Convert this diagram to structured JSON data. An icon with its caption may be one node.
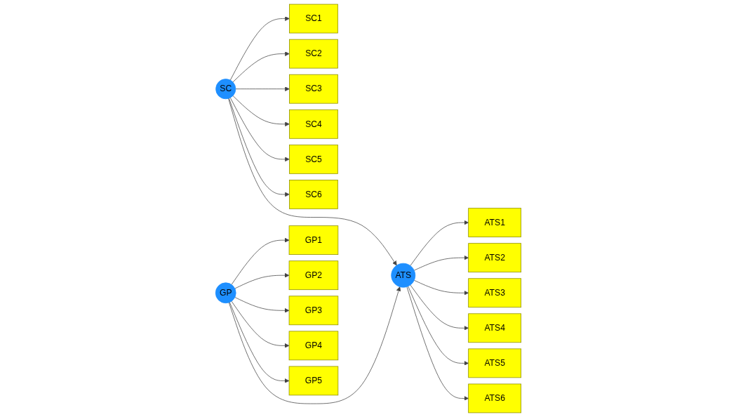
{
  "diagram": {
    "nodes": [
      {
        "text": [
          "SC1"
        ]
      },
      {
        "text": [
          "SC2"
        ]
      },
      {
        "text": [
          "SC3"
        ]
      },
      {
        "text": [
          "SC4"
        ]
      },
      {
        "text": [
          "SC5"
        ]
      },
      {
        "text": [
          "SC6"
        ]
      },
      {
        "text": [
          "SC"
        ]
      },
      {
        "text": [
          "GP1"
        ]
      },
      {
        "text": [
          "GP2"
        ]
      },
      {
        "text": [
          "GP3"
        ]
      },
      {
        "text": [
          "GP4"
        ]
      },
      {
        "text": [
          "GP5"
        ]
      },
      {
        "text": [
          "GP"
        ]
      },
      {
        "text": [
          "ATS"
        ]
      },
      {
        "text": [
          "ATS1"
        ]
      },
      {
        "text": [
          "ATS2"
        ]
      },
      {
        "text": [
          "ATS3"
        ]
      },
      {
        "text": [
          "ATS4"
        ]
      },
      {
        "text": [
          "ATS5"
        ]
      },
      {
        "text": [
          "ATS6"
        ]
      }
    ],
    "edges": [
      {
        "from": 6,
        "to": 0,
        "arrow": "to"
      },
      {
        "from": 6,
        "to": 1,
        "arrow": "to"
      },
      {
        "from": 6,
        "to": 2,
        "arrow": "to"
      },
      {
        "from": 6,
        "to": 3,
        "arrow": "to"
      },
      {
        "from": 6,
        "to": 4,
        "arrow": "to"
      },
      {
        "from": 6,
        "to": 5,
        "arrow": "to"
      },
      {
        "from": 6,
        "to": 13,
        "arrow": "to"
      },
      {
        "from": 12,
        "to": 7,
        "arrow": "to"
      },
      {
        "from": 12,
        "to": 8,
        "arrow": "to"
      },
      {
        "from": 12,
        "to": 9,
        "arrow": "to"
      },
      {
        "from": 12,
        "to": 10,
        "arrow": "to"
      },
      {
        "from": 12,
        "to": 11,
        "arrow": "to"
      },
      {
        "from": 12,
        "to": 13,
        "arrow": "to"
      },
      {
        "from": 13,
        "to": 14,
        "arrow": "to"
      },
      {
        "from": 13,
        "to": 15,
        "arrow": "to"
      },
      {
        "from": 13,
        "to": 16,
        "arrow": "to"
      },
      {
        "from": 13,
        "to": 17,
        "arrow": "to"
      },
      {
        "from": 13,
        "to": 18,
        "arrow": "to"
      },
      {
        "from": 13,
        "to": 19,
        "arrow": "to"
      }
    ]
  }
}
